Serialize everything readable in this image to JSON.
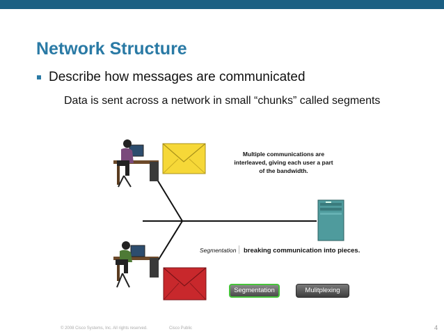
{
  "slide": {
    "title": "Network Structure",
    "bullet": "Describe how messages are communicated",
    "subtext": "Data is sent across a network in small “chunks” called segments"
  },
  "diagram": {
    "caption_lines": [
      "Multiple communications are",
      "interleaved, giving each user a part",
      "of the bandwidth."
    ],
    "segmentation_label": "Segmentation",
    "segmentation_definition": "breaking communication into pieces.",
    "buttons": {
      "segmentation": "Segmentation",
      "multiplexing": "Mulitplexing"
    },
    "colors": {
      "envelope_yellow": "#f6d838",
      "envelope_red": "#c8282c",
      "server": "#4f9b9d",
      "active_button_border": "#46c33a"
    }
  },
  "footer": {
    "copyright": "© 2008 Cisco Systems, Inc. All rights reserved.",
    "classification": "Cisco Public",
    "page_number": "4"
  }
}
